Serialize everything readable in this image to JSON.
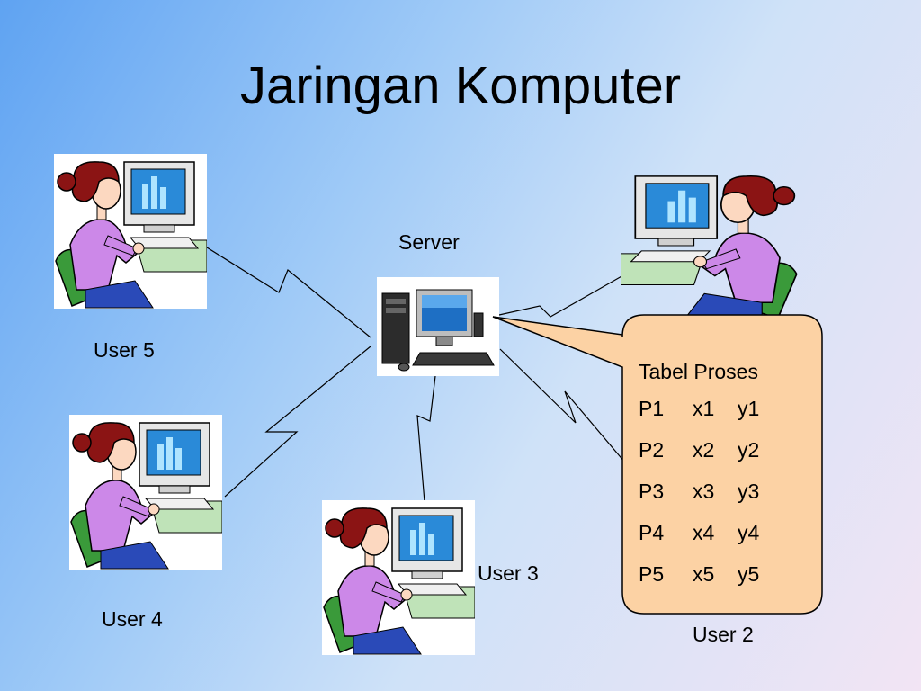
{
  "title": "Jaringan Komputer",
  "server": {
    "label": "Server"
  },
  "users": [
    {
      "label": "User 5"
    },
    {
      "label": "User 4"
    },
    {
      "label": "User 3"
    },
    {
      "label": "User 2"
    }
  ],
  "process_table": {
    "title": "Tabel Proses",
    "rows": [
      {
        "proc": "P1",
        "x": "x1",
        "y": "y1"
      },
      {
        "proc": "P2",
        "x": "x2",
        "y": "y2"
      },
      {
        "proc": "P3",
        "x": "x3",
        "y": "y3"
      },
      {
        "proc": "P4",
        "x": "x4",
        "y": "y4"
      },
      {
        "proc": "P5",
        "x": "x5",
        "y": "y5"
      }
    ]
  },
  "colors": {
    "callout_fill": "#fcd2a4",
    "hair": "#8b1414",
    "shirt": "#cc88e8",
    "chair": "#3a9a3a",
    "screen": "#2a8ad8"
  },
  "icons": [
    "user-at-computer-icon",
    "server-computer-icon"
  ]
}
